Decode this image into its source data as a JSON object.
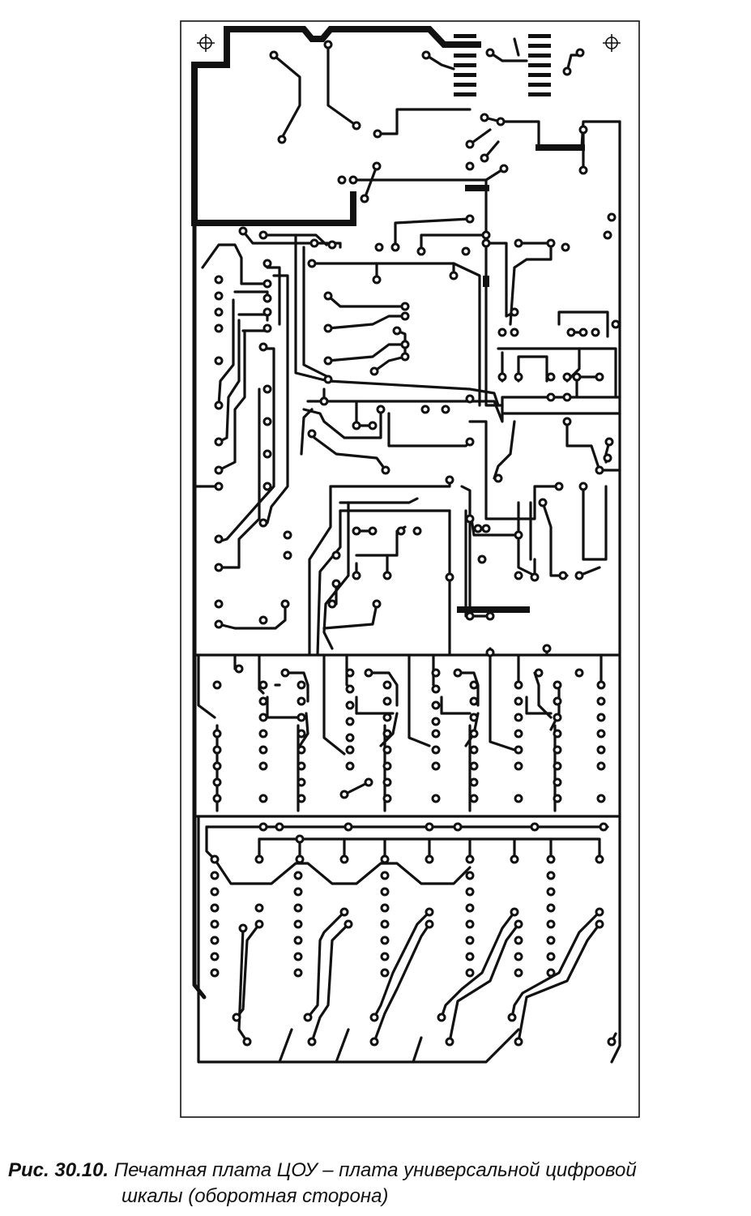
{
  "figure": {
    "type": "printed-circuit-board-artwork",
    "side": "solder side",
    "colors": {
      "ink": "#111111",
      "paper": "#ffffff"
    }
  },
  "caption": {
    "label": "Рис. 30.10.",
    "line1": "Печатная плата ЦОУ – плата универсальной цифровой",
    "line2": "шкалы (оборотная сторона)"
  }
}
